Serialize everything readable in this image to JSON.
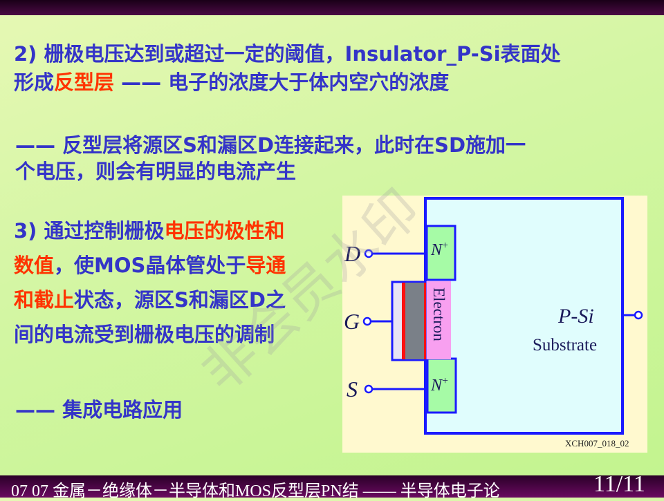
{
  "paragraph1": {
    "line1": "2) 栅极电压达到或超过一定的阈值，Insulator_P-Si表面处",
    "line2_a": "形成",
    "line2_red": "反型层",
    "line2_b": " —— 电子的浓度大于体内空穴的浓度"
  },
  "paragraph2": {
    "line1": "—— 反型层将源区S和漏区D连接起来，此时在SD施加一",
    "line2": "个电压，则会有明显的电流产生"
  },
  "paragraph3": {
    "l1_a": "3) 通过控制栅极",
    "l1_red": "电压的极性和",
    "l2_red": "数值",
    "l2_a": "，使MOS晶体管处于",
    "l2_red2": "导通",
    "l3_red": "和截止",
    "l3_a": "状态，源区S和漏区D之",
    "l4": "间的电流受到栅极电压的调制"
  },
  "paragraph4": "—— 集成电路应用",
  "watermark": "非会员水印",
  "diagram": {
    "D": "D",
    "G": "G",
    "S": "S",
    "nplus": "N",
    "plus": "+",
    "electron": "Electron",
    "psi": "P-Si",
    "substrate": "Substrate",
    "code": "XCH007_018_02"
  },
  "footer": {
    "left": "07 07 金属－绝缘体－半导体和MOS反型层PN结 —— 半导体电子论",
    "page": "11/11"
  },
  "colors": {
    "text": "#3434c8",
    "highlight": "#ff3300"
  }
}
